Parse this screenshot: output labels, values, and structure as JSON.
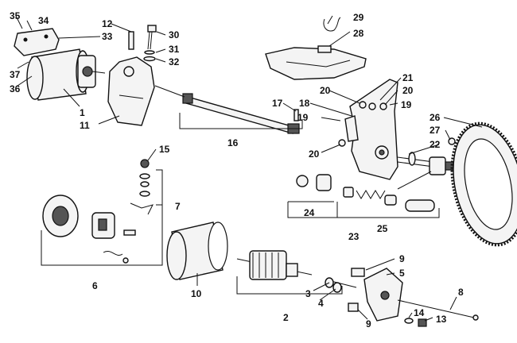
{
  "diagram": {
    "callouts": [
      {
        "id": "c1",
        "text": "1"
      },
      {
        "id": "c2",
        "text": "2"
      },
      {
        "id": "c3",
        "text": "3"
      },
      {
        "id": "c4",
        "text": "4"
      },
      {
        "id": "c5",
        "text": "5"
      },
      {
        "id": "c6",
        "text": "6"
      },
      {
        "id": "c7",
        "text": "7"
      },
      {
        "id": "c8",
        "text": "8"
      },
      {
        "id": "c9a",
        "text": "9"
      },
      {
        "id": "c9b",
        "text": "9"
      },
      {
        "id": "c10",
        "text": "10"
      },
      {
        "id": "c11",
        "text": "11"
      },
      {
        "id": "c12",
        "text": "12"
      },
      {
        "id": "c13",
        "text": "13"
      },
      {
        "id": "c14",
        "text": "14"
      },
      {
        "id": "c15",
        "text": "15"
      },
      {
        "id": "c16",
        "text": "16"
      },
      {
        "id": "c17",
        "text": "17"
      },
      {
        "id": "c18",
        "text": "18"
      },
      {
        "id": "c19a",
        "text": "19"
      },
      {
        "id": "c19b",
        "text": "19"
      },
      {
        "id": "c20a",
        "text": "20"
      },
      {
        "id": "c20b",
        "text": "20"
      },
      {
        "id": "c20c",
        "text": "20"
      },
      {
        "id": "c21",
        "text": "21"
      },
      {
        "id": "c22",
        "text": "22"
      },
      {
        "id": "c23",
        "text": "23"
      },
      {
        "id": "c24",
        "text": "24"
      },
      {
        "id": "c25",
        "text": "25"
      },
      {
        "id": "c26",
        "text": "26"
      },
      {
        "id": "c27",
        "text": "27"
      },
      {
        "id": "c28",
        "text": "28"
      },
      {
        "id": "c29",
        "text": "29"
      },
      {
        "id": "c30",
        "text": "30"
      },
      {
        "id": "c31",
        "text": "31"
      },
      {
        "id": "c32",
        "text": "32"
      },
      {
        "id": "c33",
        "text": "33"
      },
      {
        "id": "c34",
        "text": "34"
      },
      {
        "id": "c35",
        "text": "35"
      },
      {
        "id": "c36",
        "text": "36"
      },
      {
        "id": "c37",
        "text": "37"
      }
    ]
  }
}
